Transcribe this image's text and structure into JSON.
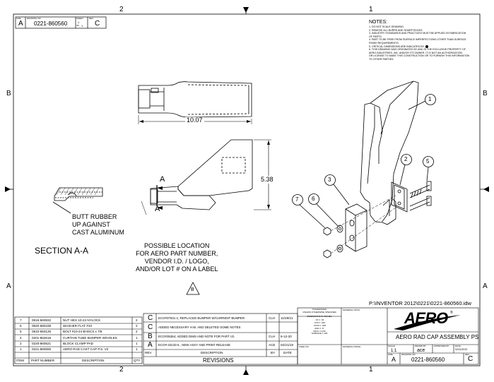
{
  "zones": {
    "top": [
      "2",
      "1"
    ],
    "bottom": [
      "2",
      "1"
    ],
    "left": [
      "B",
      "A"
    ],
    "right": [
      "B",
      "A"
    ]
  },
  "corner_block": {
    "size_label": "SIZE",
    "size": "A",
    "dwg_label": "DRAWING NO.",
    "dwg": "0221-860560",
    "sheet_label": "SHEET",
    "sheet": "1",
    "of_label": "OF",
    "of": "1",
    "rev_label": "REV",
    "rev": "C"
  },
  "notes": {
    "title": "NOTES:",
    "items": [
      "1. DO NOT SCALE DRAWING.",
      "2. REMOVE ALL BURRS AND SHARP EDGES.",
      "3. INDUSTRY STANDARDS AND PRACTICES MUST BE APPLIED IN FABRICATION",
      "OF PARTS.",
      "4. PART TO BE FREE FROM SURFACE IMPERFECTIONS OTHER THAN SURFACE",
      "FINISH REQUIREMENTS.",
      "5. CRITICAL DIMENSIONS ARE INDICATED BY:",
      "6. THIS DRAWING WAS ORIGINATED BY AND IS THE EXCLUSIVE PROPERTY OF",
      "AERO INDUSTRIES, INC. AND/OR ITS OWNER.  IT IS NOT AN AUTHORIZATION",
      "OR LICENSE TO MAKE THIS CONSTRUCTION OR TO FURNISH THIS INFORMATION",
      "TO OTHER PARTIES."
    ]
  },
  "dimensions": {
    "width": "10.07",
    "height": "5.38"
  },
  "section": {
    "marker": "A",
    "title": "SECTION A-A",
    "rubber_note": [
      "BUTT RUBBER",
      "UP AGAINST",
      "CAST ALUMINUM"
    ]
  },
  "label_note": [
    "POSSIBLE LOCATION",
    "FOR AERO PART NUMBER,",
    "VENDOR I.D. / LOGO,",
    "AND/OR LOT # ON A LABEL"
  ],
  "rev_flag": "B",
  "balloons": [
    "1",
    "2",
    "3",
    "5",
    "6",
    "7"
  ],
  "file_path": "P:\\INVENTOR 2012\\0221\\0221-860560.idw",
  "bom": {
    "headers": [
      "ITEM",
      "PART NUMBER",
      "DESCRIPTION",
      "QTY"
    ],
    "rows": [
      {
        "item": "7",
        "part": "0815-660932",
        "desc": "NUT HEX 10-24 NYLOCK",
        "qty": "2"
      },
      {
        "item": "6",
        "part": "0820-680438",
        "desc": "WASHER FLAT #10",
        "qty": "2"
      },
      {
        "item": "5",
        "part": "0810-650126",
        "desc": "BOLT #10-24 BHSCS x 7/8",
        "qty": "2"
      },
      {
        "item": "4",
        "part": "0201-862618",
        "desc": "CURTAIN TUBE BUMPER W/HOLES",
        "qty": "1"
      },
      {
        "item": "2",
        "part": "0220-860521",
        "desc": "BLOCK CLAMP PAD",
        "qty": "1"
      },
      {
        "item": "1",
        "part": "0221-860555",
        "desc": "AERO RAD CAST CAP P.S. V2",
        "qty": "1"
      }
    ]
  },
  "revisions": {
    "headers": [
      "REV",
      "DESCRIPTION",
      "BY",
      "DATE"
    ],
    "title": "REVISIONS",
    "rows": [
      {
        "rev": "C",
        "desc": "ECO#37631-1; REPLACED BUMPER W/CURRENT BUMPER",
        "by": "CLH",
        "date": "11/29/21"
      },
      {
        "rev": "C",
        "desc": "ADDED NECESSARY H.W. AND DELETED SOME NOTES",
        "by": "",
        "date": ""
      },
      {
        "rev": "B",
        "desc": "ECO#35364; ADDED DIMS AND NOTE FOR PART I.D.",
        "by": "CLH",
        "date": "6-12-20"
      },
      {
        "rev": "A",
        "desc": "ECO#-33133-6 , NEW ASSY AND PRINT RELEASE",
        "by": "ACE",
        "date": "02/21/19"
      }
    ]
  },
  "tolerance": {
    "title": "TOLERANCES",
    "subtitle": "UNLESS OTHERWISE SPECIFIED",
    "units": "DIMENSIONS IN INCHES",
    "values": [
      ".XX ± .03",
      ".XXX ± .010",
      ".XXXX ± .005",
      "ANG ± .5°",
      "FRAC ± 1/32",
      "SURFACE ± 125"
    ]
  },
  "material": {
    "label": "MATERIAL NOTE",
    "finish_label": "MATERIAL FINISH",
    "used_on_label": "USED ON"
  },
  "title_block": {
    "logo": "AERO",
    "title": "AERO RAD CAP ASSEMBLY PS",
    "drawn_label": "DRAWN BY",
    "drawn": "ace",
    "approved_label": "APPROVED BY",
    "date_label": "DATE",
    "date": "02/21/2019",
    "scale_label": "SCALE",
    "scale": "1:1",
    "size_label": "SIZE",
    "size": "A",
    "dwg_label": "DRAWING NO.",
    "dwg": "0221-860560",
    "rev_label": "REV",
    "rev": "C"
  },
  "colors": {
    "line": "#000000",
    "paper": "#ffffff"
  }
}
